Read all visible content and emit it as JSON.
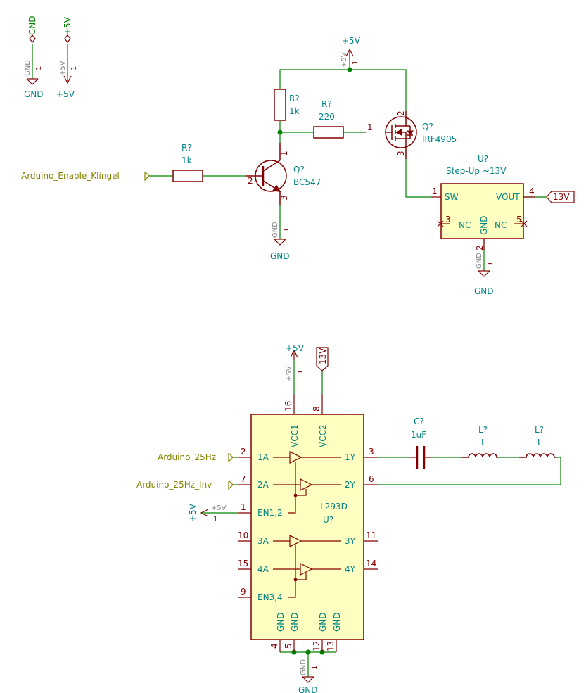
{
  "colors": {
    "wire": "#008400",
    "body": "#840000",
    "fill": "#ffffc2",
    "pin": "#840000",
    "pinnum": "#840000",
    "power": "#008484",
    "pintext": "#008484",
    "ref": "#008484",
    "label": "#848400",
    "junction": "#008400"
  },
  "power": {
    "gnd": "GND",
    "v5": "+5V",
    "gnd_value": "GND",
    "v5_value": "+5V",
    "pin1": "1"
  },
  "labels": {
    "enable": "Arduino_Enable_Klingel",
    "hz": "Arduino_25Hz",
    "hz_inv": "Arduino_25Hz_Inv",
    "v13": "13V"
  },
  "r_base": {
    "ref": "R?",
    "value": "1k"
  },
  "r_pull": {
    "ref": "R?",
    "value": "1k"
  },
  "r_gate": {
    "ref": "R?",
    "value": "220",
    "pin1": "1"
  },
  "q_npn": {
    "ref": "Q?",
    "value": "BC547",
    "p1": "1",
    "p2": "2",
    "p3": "3"
  },
  "q_pmos": {
    "ref": "Q?",
    "value": "IRF4905",
    "p2": "2",
    "p3": "3"
  },
  "stepup": {
    "ref": "U?",
    "value": "Step-Up ~13V",
    "sw": "SW",
    "vout": "VOUT",
    "nc1": "NC",
    "nc2": "NC",
    "gnd": "GND",
    "p1": "1",
    "p2": "2",
    "p3": "3",
    "p4": "4",
    "p5": "5"
  },
  "driver": {
    "name": "L293D",
    "ref": "U?",
    "vcc1": "VCC1",
    "vcc2": "VCC2",
    "a1": "1A",
    "a2": "2A",
    "en12": "EN1,2",
    "a3": "3A",
    "a4": "4A",
    "en34": "EN3,4",
    "y1": "1Y",
    "y2": "2Y",
    "y3": "3Y",
    "y4": "4Y",
    "gnd": "GND",
    "p1": "1",
    "p2": "2",
    "p3": "3",
    "p4": "4",
    "p5": "5",
    "p6": "6",
    "p7": "7",
    "p8": "8",
    "p9": "9",
    "p10": "10",
    "p11": "11",
    "p12": "12",
    "p13": "13",
    "p14": "14",
    "p15": "15",
    "p16": "16"
  },
  "cap": {
    "ref": "C?",
    "value": "1uF"
  },
  "ind1": {
    "ref": "L?",
    "value": "L"
  },
  "ind2": {
    "ref": "L?",
    "value": "L"
  }
}
